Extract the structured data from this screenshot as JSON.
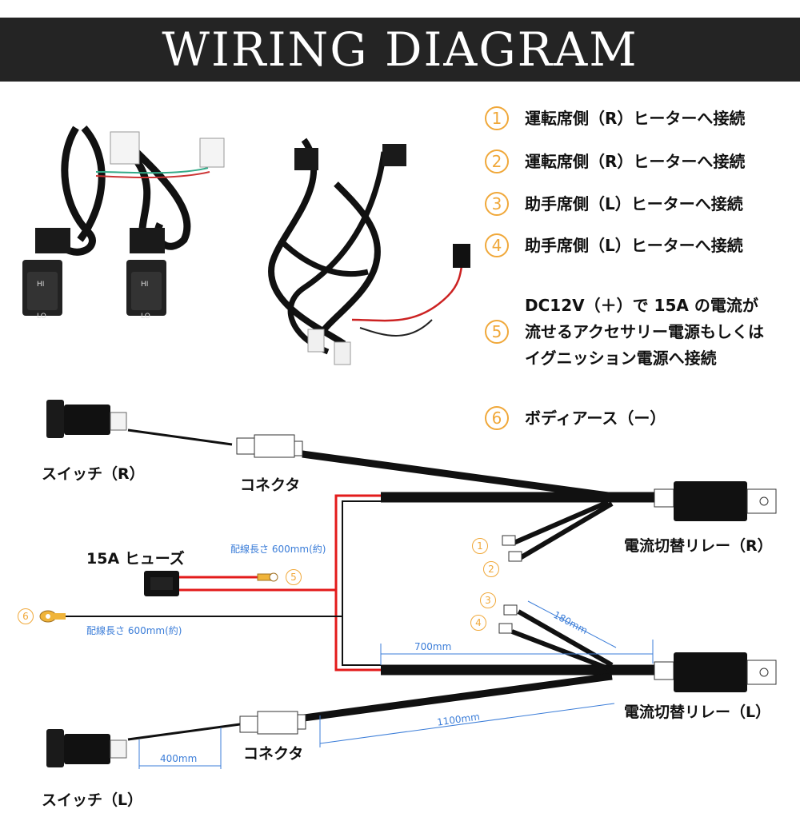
{
  "title": "WIRING DIAGRAM",
  "legend": [
    {
      "num": "1",
      "text": "運転席側（R）ヒーターへ接続"
    },
    {
      "num": "2",
      "text": "運転席側（R）ヒーターへ接続"
    },
    {
      "num": "3",
      "text": "助手席側（L）ヒーターへ接続"
    },
    {
      "num": "4",
      "text": "助手席側（L）ヒーターへ接続"
    },
    {
      "num": "5",
      "lines": [
        "DC12V（＋）で 15A の電流が",
        "流せるアクセサリー電源もしくは",
        "イグニッション電源へ接続"
      ]
    },
    {
      "num": "6",
      "text": "ボディアース（ー）"
    }
  ],
  "labels": {
    "switch_r": "スイッチ（R）",
    "switch_l": "スイッチ（L）",
    "connector_top": "コネクタ",
    "connector_bottom": "コネクタ",
    "fuse": "15A ヒューズ",
    "relay_r": "電流切替リレー（R）",
    "relay_l": "電流切替リレー（L）",
    "switch_hi": "HI",
    "switch_lo": "LO"
  },
  "dimensions": {
    "wire_600_power": "配線長さ 600mm(約)",
    "wire_600_ground": "配線長さ 600mm(約)",
    "d700": "700mm",
    "d180": "180mm",
    "d1100": "1100mm",
    "d400": "400mm"
  },
  "colors": {
    "accent": "#f0a83a",
    "banner": "#242424",
    "wire_power": "#e31b1b",
    "wire_ground": "#111111",
    "dimension": "#3b7dd8"
  }
}
